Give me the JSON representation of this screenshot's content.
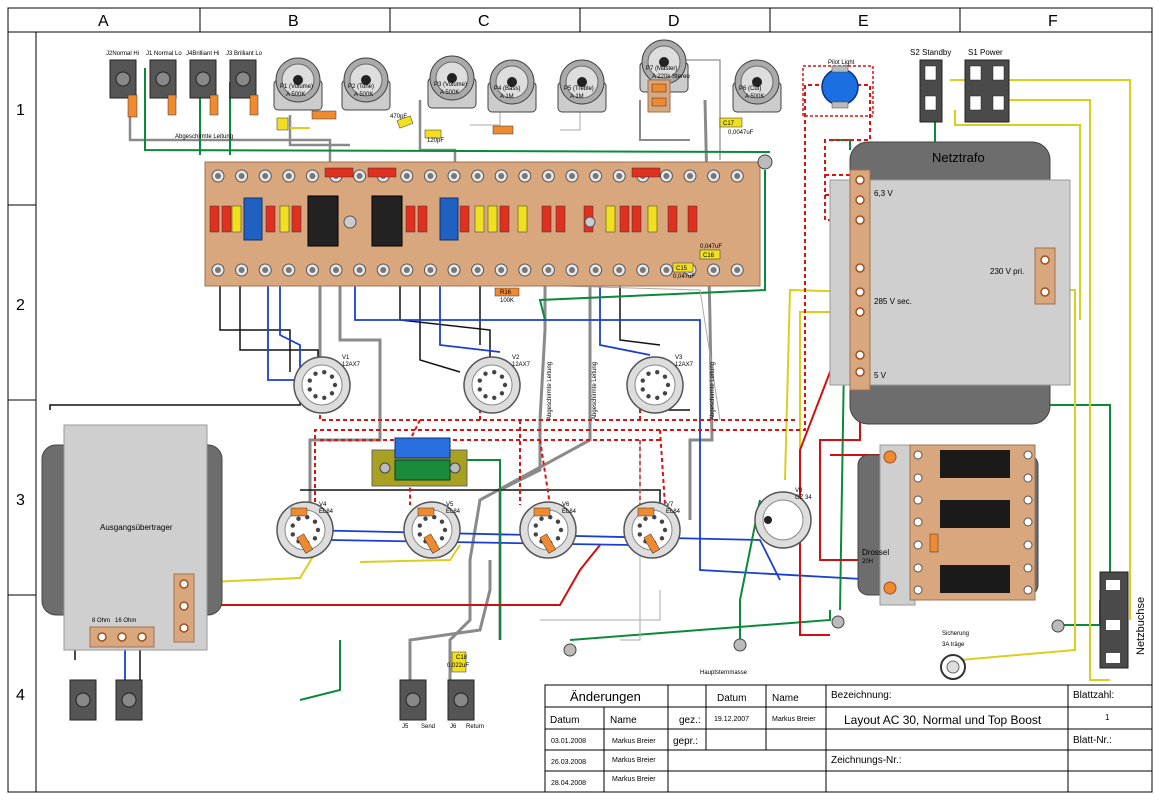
{
  "grid": {
    "columns": [
      "A",
      "B",
      "C",
      "D",
      "E",
      "F"
    ],
    "rows": [
      "1",
      "2",
      "3",
      "4"
    ]
  },
  "inputs": [
    {
      "label": "J2Normal Hi"
    },
    {
      "label": "J1 Normal Lo"
    },
    {
      "label": "J4Brilliant Hi"
    },
    {
      "label": "J3 Brilliant Lo"
    }
  ],
  "pots": [
    {
      "label": "P1 (Volume)",
      "value": "A 500K"
    },
    {
      "label": "P2 (Tone)",
      "value": "A 500K"
    },
    {
      "label": "P3 (Volume)",
      "value": "A 500K"
    },
    {
      "label": "P4 (Bass)",
      "value": "A 1M"
    },
    {
      "label": "P5 (Treble)",
      "value": "A 1M"
    },
    {
      "label": "P7 (Master)",
      "value": "A 220k Stereo"
    },
    {
      "label": "P6 (Cut)",
      "value": "A 500K"
    }
  ],
  "labels": {
    "pilot_light": "Pilot Light",
    "s2": "S2 Standby",
    "s1": "S1 Power",
    "netztrafo": "Netztrafo",
    "v63": "6,3 V",
    "v285": "285 V sec.",
    "v5": "5 V",
    "v230": "230 V pri.",
    "ausgang": "Ausgangsübertrager",
    "ohm8": "8 Ohm",
    "ohm16": "16 Ohm",
    "drossel": "Drossel",
    "drossel_val": "20H",
    "netzbuchse": "Netzbuchse",
    "sicherung": "Sicherung",
    "sicherung_val": "3A träge",
    "hauptstern": "Hauptsternmasse",
    "shield1": "Abgeschirmte Leitung",
    "shield2": "Abgeschirmte Leitung",
    "shield3": "Abgeschirmte Leitung",
    "shield4": "Abgeschirmte Leitung",
    "c17": "C17",
    "c17v": "0,0047uF",
    "c16": "C16",
    "c16v": "0,047uF",
    "c15": "C15",
    "c15v": "0,047uF",
    "c5v": "470pF",
    "c6v": "120pF",
    "r16": "R16",
    "r16v": "100K",
    "j5": "J5",
    "send": "Send",
    "j6": "J6",
    "ret": "Return",
    "c18": "C18",
    "c18v": "0,022uF"
  },
  "tubes": [
    {
      "label": "V1",
      "type": "12AX7"
    },
    {
      "label": "V2",
      "type": "12AX7"
    },
    {
      "label": "V3",
      "type": "12AX7"
    },
    {
      "label": "V4",
      "type": "EL84"
    },
    {
      "label": "V5",
      "type": "EL84"
    },
    {
      "label": "V6",
      "type": "EL84"
    },
    {
      "label": "V7",
      "type": "EL84"
    },
    {
      "label": "V8",
      "type": "GZ 34"
    }
  ],
  "titleblock": {
    "aenderungen": "Änderungen",
    "datum": "Datum",
    "name": "Name",
    "gez": "gez.:",
    "gepr": "gepr.:",
    "gez_datum": "19.12.2007",
    "gez_name": "Markus Breier",
    "bezeichnung": "Bezeichnung:",
    "title": "Layout AC 30, Normal und Top Boost",
    "zeichnungsnr": "Zeichnungs-Nr.:",
    "blattzahl": "Blattzahl:",
    "blattzahl_val": "1",
    "blattnr": "Blatt-Nr.:",
    "changes": [
      {
        "datum": "03.01.2008",
        "name": "Markus Breier"
      },
      {
        "datum": "26.03.2008",
        "name": "Markus Breier"
      },
      {
        "datum": "28.04.2008",
        "name": "Markus Breier"
      }
    ]
  },
  "colors": {
    "board": "#d9a77e",
    "shield_wire": "#808080",
    "heater": "#e01010",
    "blue": "#1a3fd0",
    "green": "#0a8a3a",
    "yellow": "#d8d020",
    "transformer": "#6d6d6d"
  }
}
